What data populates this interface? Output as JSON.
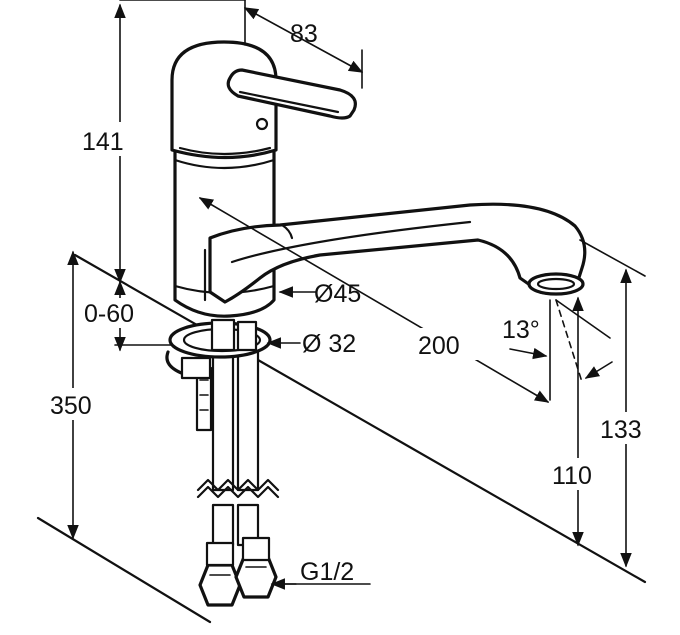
{
  "dimensions": {
    "handle_length": "83",
    "body_height": "141",
    "adjust_range": "0-60",
    "below_counter": "350",
    "body_diameter": "Ø45",
    "hole_diameter": "Ø 32",
    "spout_reach": "200",
    "swivel_angle": "13°",
    "spout_clearance": "110",
    "spout_height": "133",
    "connection_thread": "G1/2"
  },
  "colors": {
    "line": "#111111",
    "background": "#ffffff"
  }
}
